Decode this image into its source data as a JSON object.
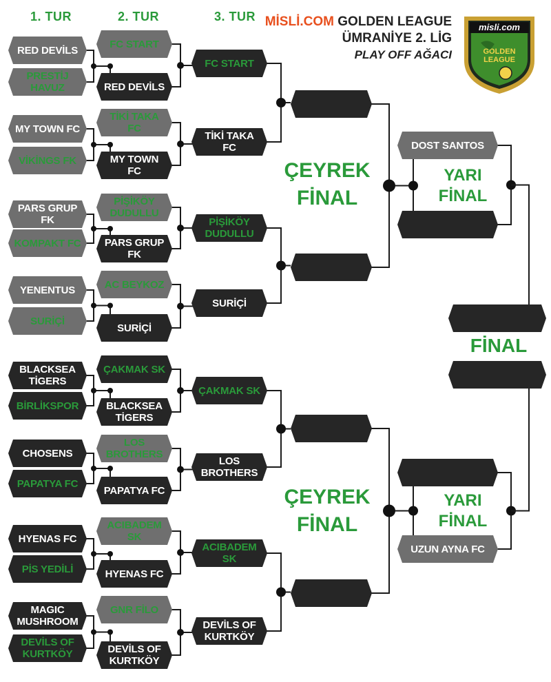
{
  "headers": {
    "r1": "1. TUR",
    "r2": "2. TUR",
    "r3": "3. TUR"
  },
  "title": {
    "brand": "MİSLİ.COM",
    "rest": " GOLDEN LEAGUE",
    "line2": "ÜMRANİYE 2. LİG",
    "line3": "PLAY OFF AĞACI"
  },
  "logo": {
    "brand": "misli.com",
    "line1": "GOLDEN",
    "line2": "LEAGUE"
  },
  "labels": {
    "quarter_top": "ÇEYREK\nFİNAL",
    "quarter_bottom": "ÇEYREK\nFİNAL",
    "semi_top": "YARI\nFİNAL",
    "semi_bottom": "YARI\nFİNAL",
    "final": "FİNAL"
  },
  "round1": [
    {
      "team": "RED DEVİLS",
      "style": "gw"
    },
    {
      "team": "PRESTİJ HAVUZ",
      "style": "gg"
    },
    {
      "team": "MY TOWN FC",
      "style": "gw"
    },
    {
      "team": "VİKİNGS FK",
      "style": "gg"
    },
    {
      "team": "PARS GRUP FK",
      "style": "gw"
    },
    {
      "team": "KOMPAKT FC",
      "style": "gg"
    },
    {
      "team": "YENENTUS",
      "style": "gw"
    },
    {
      "team": "SURİÇİ",
      "style": "gg"
    },
    {
      "team": "BLACKSEA TİGERS",
      "style": "dw"
    },
    {
      "team": "BİRLİKSPOR",
      "style": "dg"
    },
    {
      "team": "CHOSENS",
      "style": "dw"
    },
    {
      "team": "PAPATYA FC",
      "style": "dg"
    },
    {
      "team": "HYENAS FC",
      "style": "dw"
    },
    {
      "team": "PİS YEDİLİ",
      "style": "dg"
    },
    {
      "team": "MAGIC MUSHROOM",
      "style": "dw"
    },
    {
      "team": "DEVİLS OF KURTKÖY",
      "style": "dg"
    }
  ],
  "round2": [
    {
      "team": "FC START",
      "style": "gg"
    },
    {
      "team": "RED DEVİLS",
      "style": "dw"
    },
    {
      "team": "TİKİ TAKA FC",
      "style": "gg"
    },
    {
      "team": "MY TOWN FC",
      "style": "dw"
    },
    {
      "team": "PİŞİKÖY DUDULLU",
      "style": "gg"
    },
    {
      "team": "PARS GRUP FK",
      "style": "dw"
    },
    {
      "team": "AC BEYKOZ",
      "style": "gg"
    },
    {
      "team": "SURİÇİ",
      "style": "dw"
    },
    {
      "team": "ÇAKMAK SK",
      "style": "dg"
    },
    {
      "team": "BLACKSEA TİGERS",
      "style": "dw"
    },
    {
      "team": "LOS BROTHERS",
      "style": "gg"
    },
    {
      "team": "PAPATYA FC",
      "style": "dw"
    },
    {
      "team": "ACIBADEM SK",
      "style": "gg"
    },
    {
      "team": "HYENAS FC",
      "style": "dw"
    },
    {
      "team": "GNR FİLO",
      "style": "gg"
    },
    {
      "team": "DEVİLS OF KURTKÖY",
      "style": "dw"
    }
  ],
  "round3": [
    {
      "team": "FC START",
      "style": "dg"
    },
    {
      "team": "TİKİ TAKA FC",
      "style": "dw"
    },
    {
      "team": "PİŞİKÖY DUDULLU",
      "style": "dg"
    },
    {
      "team": "SURİÇİ",
      "style": "dw"
    },
    {
      "team": "ÇAKMAK SK",
      "style": "dg"
    },
    {
      "team": "LOS BROTHERS",
      "style": "dw"
    },
    {
      "team": "ACIBADEM SK",
      "style": "dg"
    },
    {
      "team": "DEVİLS OF KURTKÖY",
      "style": "dw"
    }
  ],
  "quarterfinal": [
    {
      "team": "",
      "style": "dw"
    },
    {
      "team": "",
      "style": "dw"
    },
    {
      "team": "",
      "style": "dw"
    },
    {
      "team": "",
      "style": "dw"
    }
  ],
  "semifinal": [
    {
      "team": "DOST SANTOS",
      "style": "gw"
    },
    {
      "team": "",
      "style": "dw"
    },
    {
      "team": "",
      "style": "dw"
    },
    {
      "team": "UZUN AYNA FC",
      "style": "gw"
    }
  ],
  "final": [
    {
      "team": "",
      "style": "dw"
    },
    {
      "team": "",
      "style": "dw"
    }
  ]
}
